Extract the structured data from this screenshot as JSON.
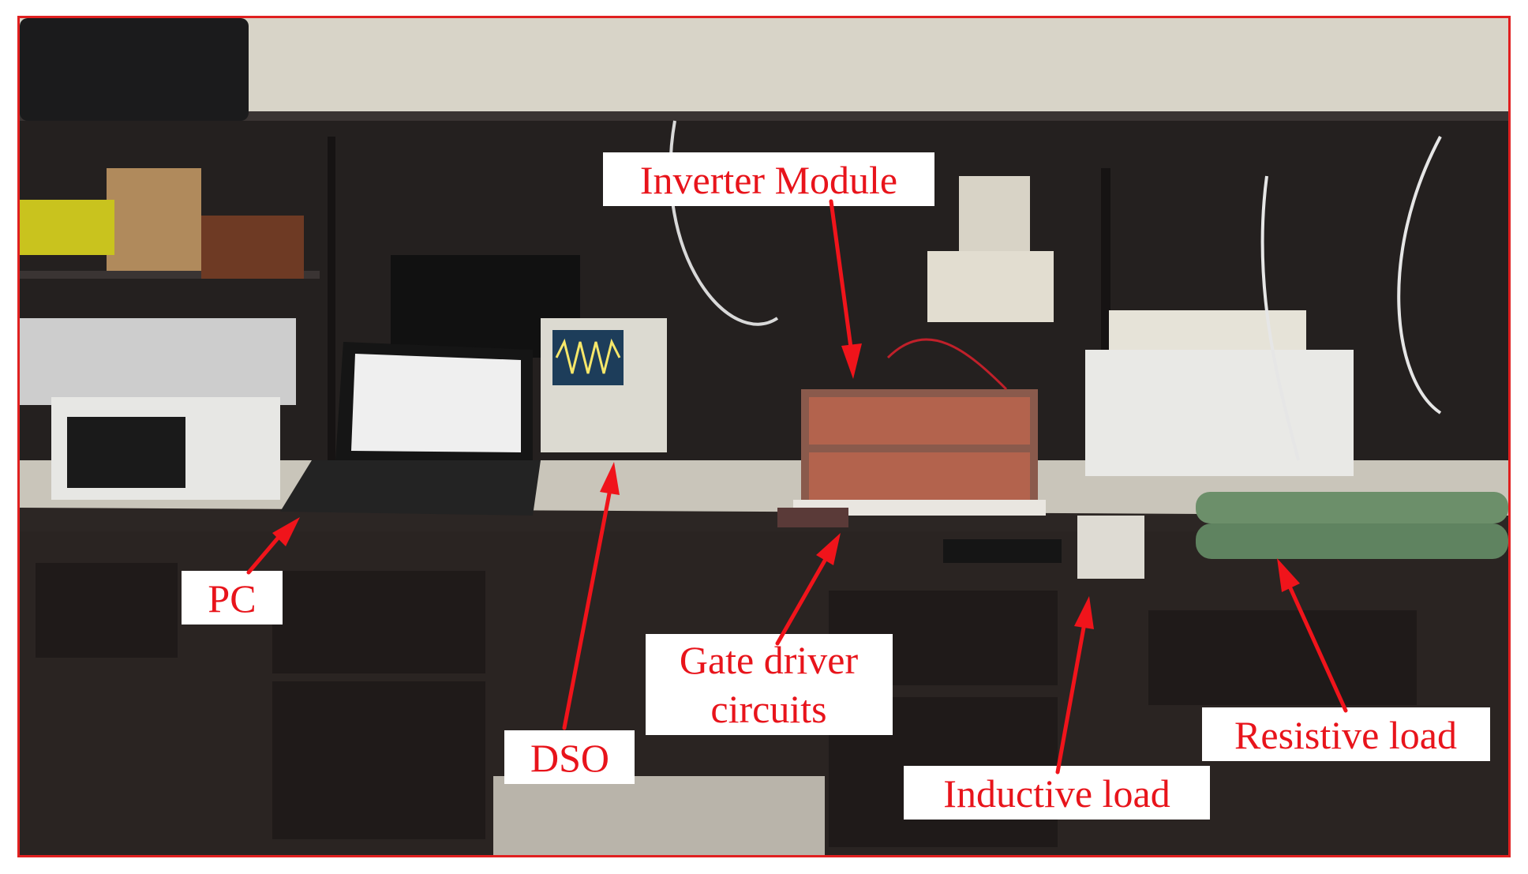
{
  "figure": {
    "description_colors": {
      "frame_border": "#e02020",
      "label_text": "#e8141b",
      "arrow": "#f0141b",
      "label_background": "#ffffff"
    },
    "labels": {
      "inverter_module": "Inverter Module",
      "pc": "PC",
      "dso": "DSO",
      "gate_driver_line1": "Gate driver",
      "gate_driver_line2": "circuits",
      "inductive_load": "Inductive load",
      "resistive_load": "Resistive load"
    }
  }
}
